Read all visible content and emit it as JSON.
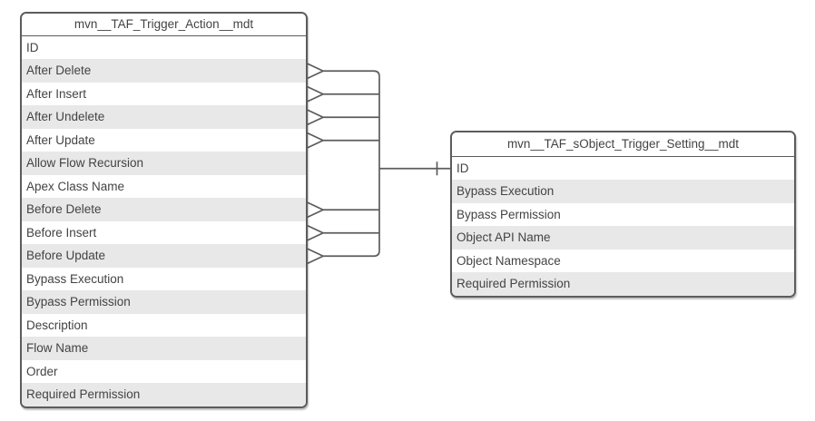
{
  "diagram": {
    "entities": [
      {
        "id": "trigger-action",
        "title": "mvn__TAF_Trigger_Action__mdt",
        "fields": [
          "ID",
          "After Delete",
          "After Insert",
          "After Undelete",
          "After Update",
          "Allow Flow Recursion",
          "Apex Class Name",
          "Before Delete",
          "Before Insert",
          "Before Update",
          "Bypass Execution",
          "Bypass Permission",
          "Description",
          "Flow Name",
          "Order",
          "Required Permission"
        ]
      },
      {
        "id": "sobject-trigger-setting",
        "title": "mvn__TAF_sObject_Trigger_Setting__mdt",
        "fields": [
          "ID",
          "Bypass Execution",
          "Bypass Permission",
          "Object API Name",
          "Object Namespace",
          "Required Permission"
        ]
      }
    ],
    "relationships": [
      {
        "from_entity": "trigger-action",
        "from_fields": [
          "After Delete",
          "After Insert",
          "After Undelete",
          "After Update",
          "Before Delete",
          "Before Insert",
          "Before Update"
        ],
        "from_marker": "many-open-arrow",
        "to_entity": "sobject-trigger-setting",
        "to_field": "ID",
        "to_marker": "one-tick"
      }
    ],
    "colors": {
      "stroke": "#5c5c5c",
      "row_stripe": "#e8e8e8",
      "row_bg": "#ffffff",
      "text": "#434343",
      "canvas": "#ffffff"
    }
  }
}
